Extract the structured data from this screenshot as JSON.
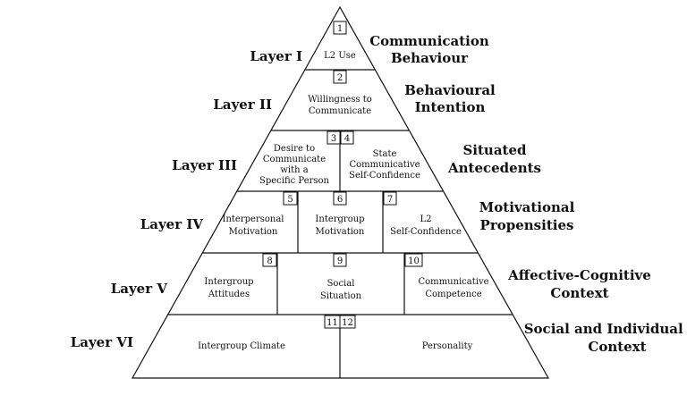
{
  "layers": [
    {
      "label": "Layer I",
      "category": [
        "Communication",
        "Behaviour"
      ]
    },
    {
      "label": "Layer II",
      "category": [
        "Behavioural",
        "Intention"
      ]
    },
    {
      "label": "Layer III",
      "category": [
        "Situated",
        "Antecedents"
      ]
    },
    {
      "label": "Layer IV",
      "category": [
        "Motivational",
        "Propensities"
      ]
    },
    {
      "label": "Layer V",
      "category": [
        "Affective-Cognitive",
        "Context"
      ]
    },
    {
      "label": "Layer VI",
      "category": [
        "Social and Individual",
        "Context"
      ]
    }
  ],
  "boxes": [
    {
      "num": "1",
      "text": [
        "L2 Use"
      ]
    },
    {
      "num": "2",
      "text": [
        "Willingness to",
        "Communicate"
      ]
    },
    {
      "num": "3",
      "text": [
        "Desire to",
        "Communicate",
        "with a",
        "Specific Person"
      ]
    },
    {
      "num": "4",
      "text": [
        "State",
        "Communicative",
        "Self-Confidence"
      ]
    },
    {
      "num": "5",
      "text": [
        "Interpersonal",
        "Motivation"
      ]
    },
    {
      "num": "6",
      "text": [
        "Intergroup",
        "Motivation"
      ]
    },
    {
      "num": "7",
      "text": [
        "L2",
        "Self-Confidence"
      ]
    },
    {
      "num": "8",
      "text": [
        "Intergroup",
        "Attitudes"
      ]
    },
    {
      "num": "9",
      "text": [
        "Social",
        "Situation"
      ]
    },
    {
      "num": "10",
      "text": [
        "Communicative",
        "Competence"
      ]
    },
    {
      "num": "11",
      "text": [
        "Intergroup Climate"
      ]
    },
    {
      "num": "12",
      "text": [
        "Personality"
      ]
    }
  ]
}
